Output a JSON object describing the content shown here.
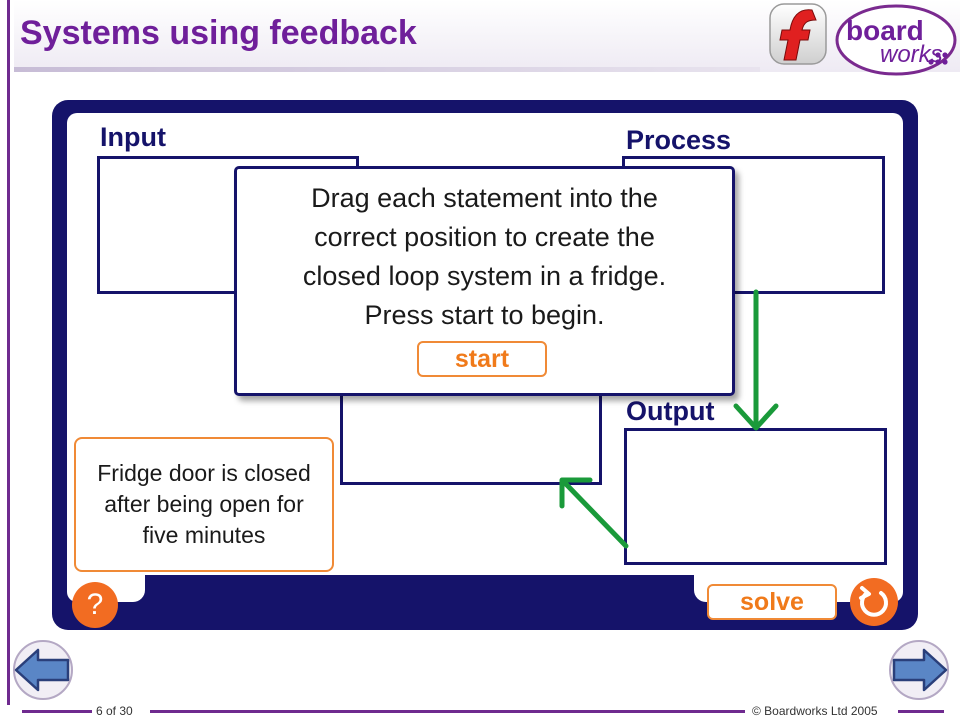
{
  "slide": {
    "title": "Systems using feedback"
  },
  "brand": {
    "logo_text_top": "board",
    "logo_text_bottom": "works"
  },
  "diagram": {
    "input_label": "Input",
    "process_label": "Process",
    "output_label": "Output",
    "arrow_color": "#1a9a3a"
  },
  "modal": {
    "instructions": "Drag each statement into the\ncorrect position to create the\nclosed loop system in a fridge.\nPress start to begin.",
    "start_label": "start"
  },
  "statement_card": {
    "text": "Fridge door is closed after being open for five minutes"
  },
  "controls": {
    "help_label": "?",
    "solve_label": "solve"
  },
  "footer": {
    "page": "6 of 30",
    "copyright": "© Boardworks Ltd 2005"
  },
  "colors": {
    "title": "#6f1f9a",
    "panel": "#15136a",
    "accent_orange": "#f26c22"
  },
  "icons": {
    "logo": "flash-logo-icon",
    "help": "question-icon",
    "reset": "reset-icon",
    "prev": "back-arrow-icon",
    "next": "forward-arrow-icon"
  }
}
